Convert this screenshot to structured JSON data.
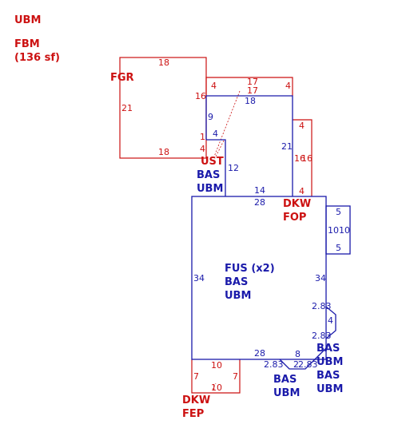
{
  "legend": {
    "line1": "UBM",
    "line2": "FBM",
    "line3": "(136 sf)"
  },
  "areas": {
    "fgr": "FGR",
    "ust": "UST",
    "ust_bas": "BAS",
    "ust_ubm": "UBM",
    "dkw_top": "DKW",
    "fop": "FOP",
    "fus": "FUS (x2)",
    "main_bas": "BAS",
    "main_ubm": "UBM",
    "right_bas1": "BAS",
    "right_ubm1": "UBM",
    "right_bas2": "BAS",
    "right_ubm2": "UBM",
    "bottom_bas": "BAS",
    "bottom_ubm": "UBM",
    "dkw_bottom": "DKW",
    "fep": "FEP"
  },
  "dims": {
    "fgr_top": "18",
    "fgr_left": "21",
    "fgr_bottom": "18",
    "fgr_right": "16",
    "fgr_one": "1",
    "fgr_four": "4",
    "topstrip_left": "4",
    "topstrip_top1": "17",
    "topstrip_top2": "17",
    "topstrip_right": "4",
    "ust_top": "18",
    "ust_left": "9",
    "ust_step": "4",
    "ust_side": "12",
    "ust_bottom": "14",
    "ust_right": "21",
    "fop_top": "4",
    "fop_a": "16",
    "fop_b": "16",
    "fop_bottom": "4",
    "main_top": "28",
    "main_left": "34",
    "main_right": "34",
    "main_bottom": "28",
    "box_top": "5",
    "box_l": "10",
    "box_r": "10",
    "box_bottom": "5",
    "bay_a": "2.83",
    "bay_b": "4",
    "bay_c": "2.83",
    "bot_283a": "2.83",
    "bot_8": "8",
    "bot_2a": "2",
    "bot_283b": "2.83",
    "fep_top": "10",
    "fep_l": "7",
    "fep_r": "7",
    "fep_bottom": "10"
  }
}
